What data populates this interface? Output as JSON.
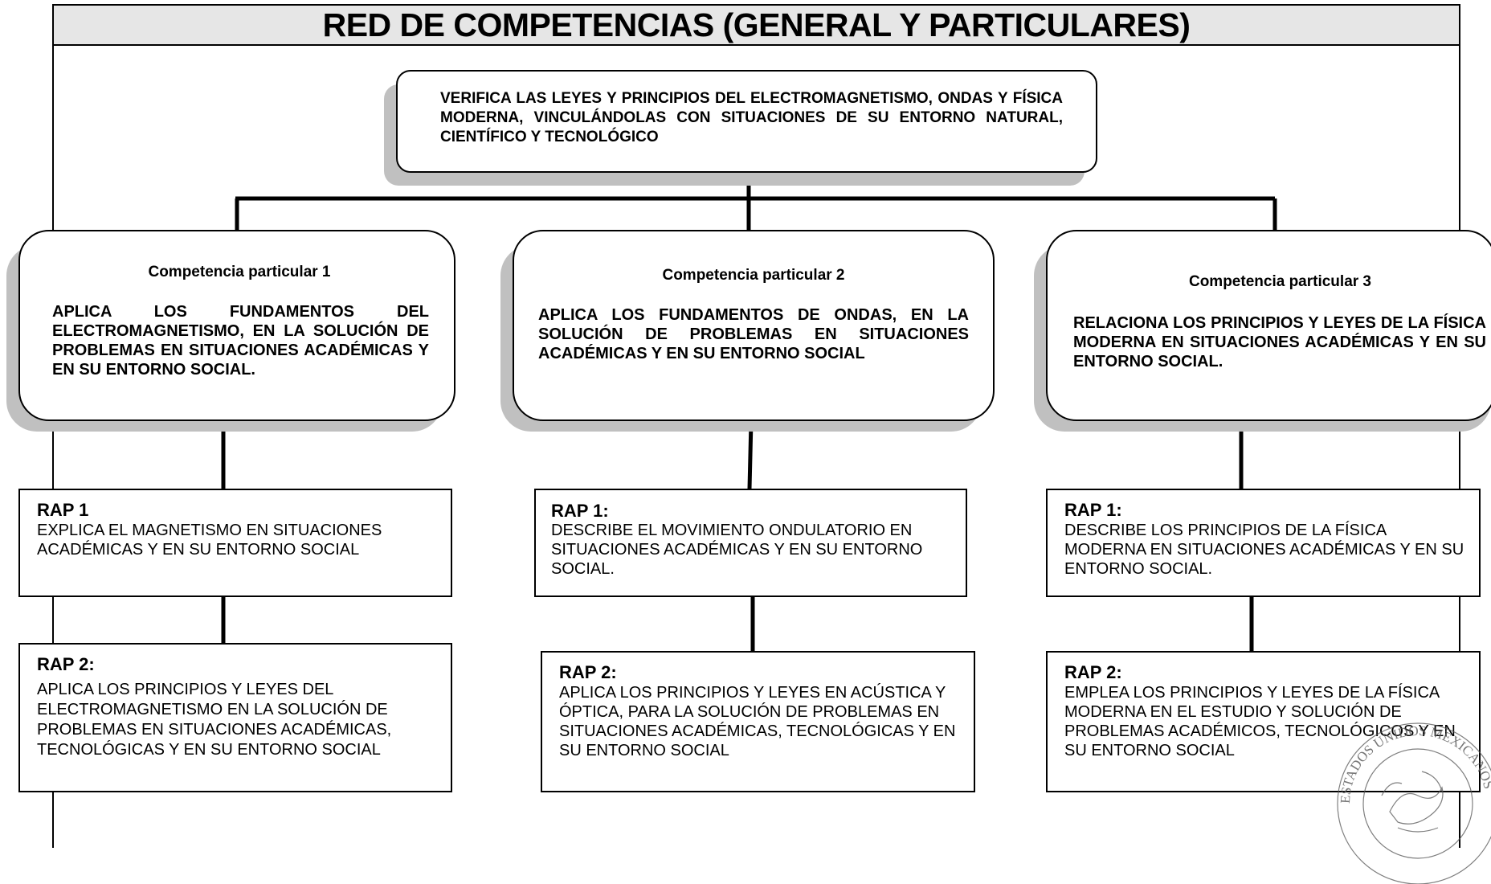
{
  "title": "RED DE COMPETENCIAS (GENERAL Y PARTICULARES)",
  "general": "VERIFICA LAS LEYES Y PRINCIPIOS DEL ELECTROMAGNETISMO, ONDAS Y FÍSICA MODERNA, VINCULÁNDOLAS CON SITUACIONES DE SU ENTORNO NATURAL, CIENTÍFICO Y TECNOLÓGICO",
  "competencias": [
    {
      "heading": "Competencia particular 1",
      "text": "APLICA LOS FUNDAMENTOS DEL ELECTROMAGNETISMO, EN LA SOLUCIÓN DE PROBLEMAS EN SITUACIONES ACADÉMICAS Y EN SU ENTORNO SOCIAL.",
      "rap1_title": "RAP 1",
      "rap1_text": "EXPLICA EL MAGNETISMO EN SITUACIONES ACADÉMICAS Y EN SU ENTORNO SOCIAL",
      "rap2_title": "RAP 2:",
      "rap2_text": "APLICA LOS PRINCIPIOS Y LEYES DEL ELECTROMAGNETISMO EN LA SOLUCIÓN DE PROBLEMAS EN SITUACIONES ACADÉMICAS, TECNOLÓGICAS Y EN SU ENTORNO SOCIAL"
    },
    {
      "heading": "Competencia particular 2",
      "text": "APLICA LOS FUNDAMENTOS DE ONDAS, EN LA SOLUCIÓN DE PROBLEMAS EN SITUACIONES ACADÉMICAS Y EN SU ENTORNO SOCIAL",
      "rap1_title": "RAP 1:",
      "rap1_text": "DESCRIBE EL MOVIMIENTO ONDULATORIO EN SITUACIONES ACADÉMICAS Y EN SU ENTORNO SOCIAL.",
      "rap2_title": "RAP 2:",
      "rap2_text": "APLICA LOS PRINCIPIOS Y LEYES EN ACÚSTICA Y ÓPTICA, PARA LA SOLUCIÓN DE PROBLEMAS EN SITUACIONES ACADÉMICAS, TECNOLÓGICAS Y EN SU ENTORNO SOCIAL"
    },
    {
      "heading": "Competencia particular 3",
      "text": "RELACIONA LOS PRINCIPIOS Y LEYES DE LA FÍSICA MODERNA EN SITUACIONES ACADÉMICAS Y EN SU ENTORNO SOCIAL.",
      "rap1_title": "RAP 1:",
      "rap1_text": "DESCRIBE LOS PRINCIPIOS DE LA FÍSICA MODERNA EN SITUACIONES ACADÉMICAS Y EN SU ENTORNO SOCIAL.",
      "rap2_title": "RAP 2:",
      "rap2_text": "EMPLEA LOS PRINCIPIOS Y LEYES DE LA FÍSICA MODERNA EN EL ESTUDIO Y SOLUCIÓN DE PROBLEMAS ACADÉMICOS, TECNOLÓGICOS Y EN SU ENTORNO SOCIAL"
    }
  ],
  "seal_text": "ESTADOS UNIDOS MEXICANOS"
}
